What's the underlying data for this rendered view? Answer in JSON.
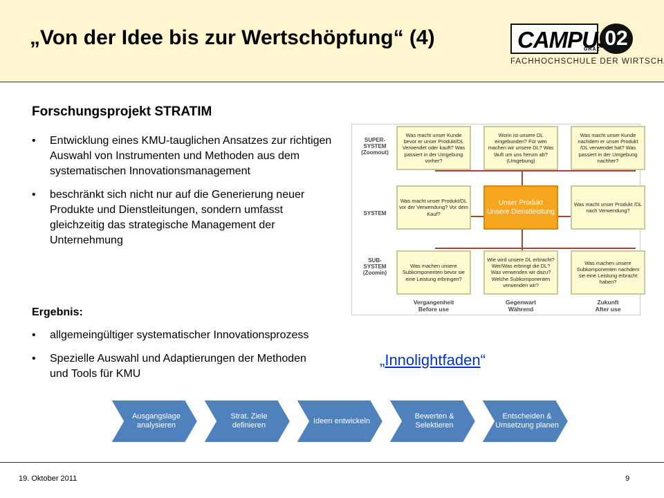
{
  "slide": {
    "title": "„Von der Idee bis zur Wertschöpfung“ (4)",
    "section_title": "Forschungsprojekt STRATIM",
    "bullets": [
      "Entwicklung eines KMU-tauglichen Ansatzes zur richtigen Auswahl von Instrumenten und Methoden aus dem systematischen Innovationsmanagement",
      "beschränkt sich nicht nur auf die Generierung neuer Produkte und Dienstleitungen, sondern umfasst gleichzeitig das strategische Management der Unternehmung"
    ],
    "result_label": "Ergebnis:",
    "result_bullets": [
      "allgemeingültiger systematischer Innovationsprozess",
      "Spezielle Auswahl und Adaptierungen der Methoden und Tools für KMU"
    ],
    "bullet_char": "•",
    "link": {
      "open_quote": "„",
      "text": "Innolightfaden",
      "close_quote": "“"
    }
  },
  "logo": {
    "word": "CAMPUS",
    "number": "02",
    "city": "GRAZ",
    "subtitle": "FACHHOCHSCHULE DER WIRTSCHAFT"
  },
  "matrix": {
    "row_labels": [
      "SUPER-\nSYSTEM\n(Zoomout)",
      "SYSTEM",
      "SUB-\nSYSTEM\n(Zoomin)"
    ],
    "col_labels": [
      "Vergangenheit\nBefore use",
      "Gegenwart\nWährend",
      "Zukunft\nAfter use"
    ],
    "cells": [
      "Was macht unser Kunde bevor er unser Produkt/DL Verwendet oder kauft? Was passiert in der Umgebung vorher?",
      "Worin ist unsere DL eingebunden? Für wen machen wir unsere DL? Was läuft um uns herum ab? (Umgebung)",
      "Was macht unser Kunde nachdem er unser Produkt /DL verwendet hat? Was passiert in der Umgebung nachher?",
      "Was macht unser Produkt/DL vor der Verwendung? Vor dem Kauf?",
      "Unser Produkt\nUnsere Dienstleistung",
      "Was macht unser Produkt /DL nach Verwendung?",
      "Was machen unsere Subkomponenten bevor sie eine Leistung erbringen?",
      "Wie wird unsere DL erbracht? Wer/Was erbringt die DL? Was verwenden wir dazu? Welche Subkomponenten verwenden wir?",
      "Was machen unsere Subkomponenten nachdem sie eine Leistung erbracht haben?"
    ]
  },
  "process": {
    "steps": [
      "Ausgangslage analysieren",
      "Strat. Ziele definieren",
      "Ideen entwickeln",
      "Bewerten & Selektieren",
      "Entscheiden & Umsetzung planen"
    ],
    "color": "#4f81bd"
  },
  "footer": {
    "date": "19. Oktober 2011",
    "page": "9"
  },
  "colors": {
    "header_bg": "#fff6cf",
    "center_cell": "#f5a51e",
    "cell_bg": "#fdfbd0",
    "link": "#0033cc"
  }
}
